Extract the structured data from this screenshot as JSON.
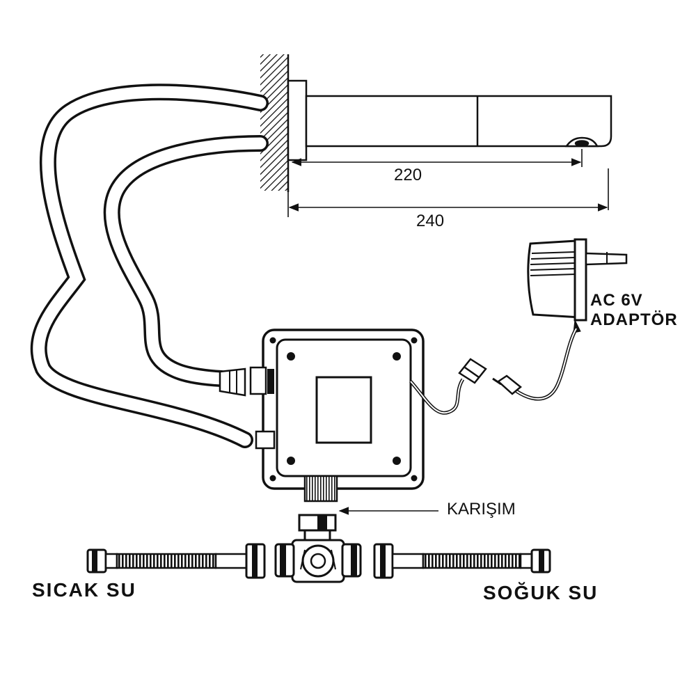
{
  "dimensions": {
    "inner_length": "220",
    "outer_length": "240"
  },
  "labels": {
    "adapter_line1": "AC 6V",
    "adapter_line2": "ADAPTÖR",
    "mixing": "KARIŞIM",
    "hot_water": "SICAK SU",
    "cold_water": "SOĞUK SU"
  },
  "colors": {
    "ink": "#111111",
    "paper": "#ffffff"
  }
}
